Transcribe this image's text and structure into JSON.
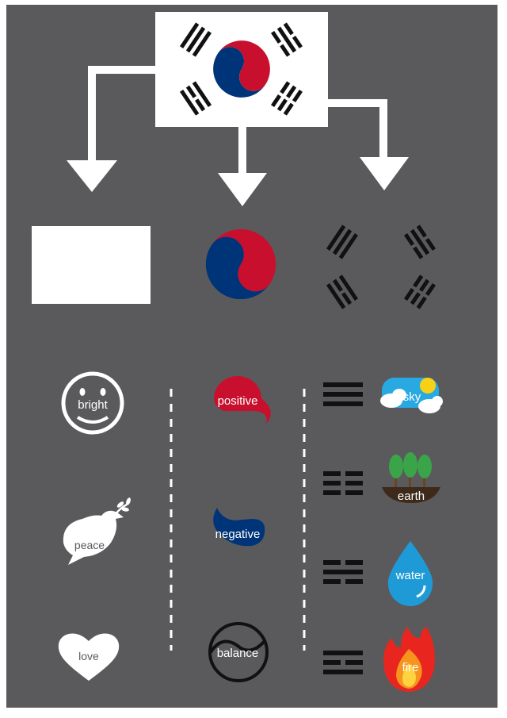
{
  "colors": {
    "background": "#5a5a5c",
    "frame": "#ffffff",
    "red": "#c8102e",
    "blue": "#003478",
    "black": "#111111",
    "white": "#ffffff",
    "sky_blue": "#29a9e1",
    "sun": "#f7d117",
    "tree_green": "#3aa548",
    "tree_trunk": "#6b4423",
    "water_blue": "#1e9bd7",
    "fire_red": "#e8261f",
    "fire_orange": "#f7941d",
    "fire_yellow": "#ffd23f"
  },
  "left_column": {
    "bright": "bright",
    "peace": "peace",
    "love": "love"
  },
  "middle_column": {
    "positive": "positive",
    "negative": "negative",
    "balance": "balance"
  },
  "right_column": {
    "sky": "sky",
    "earth": "earth",
    "water": "water",
    "fire": "fire"
  }
}
